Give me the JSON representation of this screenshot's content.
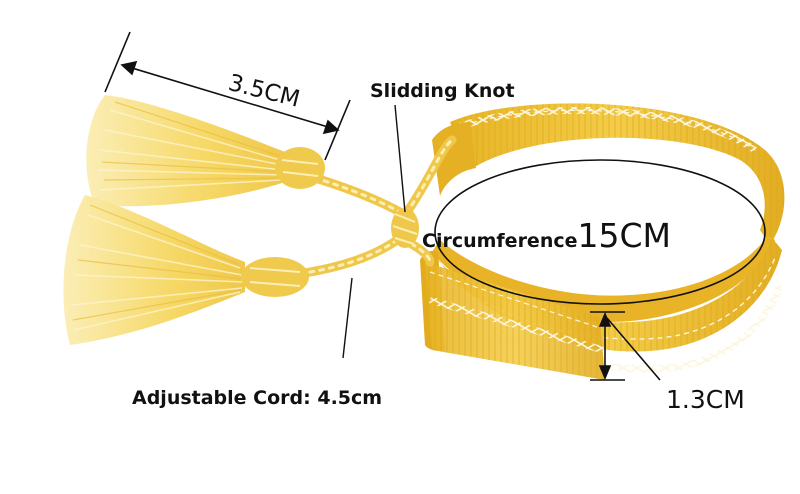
{
  "labels": {
    "tassel_length": "3.5CM",
    "knot": "Slidding Knot",
    "circumference_word": "Circumference",
    "circumference_value": "15CM",
    "width": "1.3CM",
    "cord": "Adjustable Cord: 4.5cm"
  },
  "colors": {
    "band": "#f2c63a",
    "band_dark": "#e0ac1f",
    "band_light": "#f7db6e",
    "pattern": "#fbf3d6",
    "tassel": "#f6dc6a",
    "tassel_light": "#faedb2",
    "ink": "#111111"
  }
}
